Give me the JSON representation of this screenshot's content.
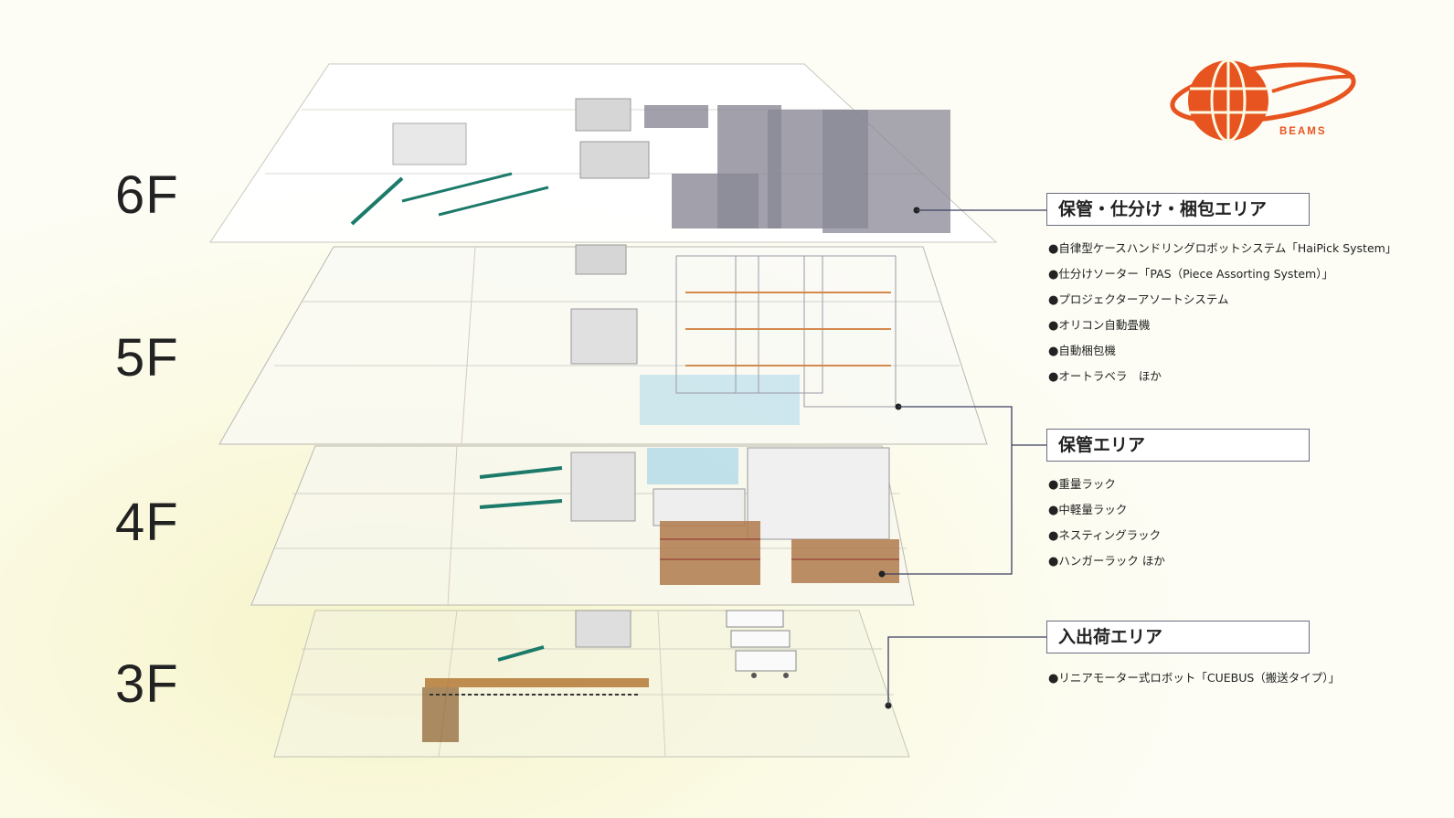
{
  "floors": [
    "6F",
    "5F",
    "4F",
    "3F"
  ],
  "areas": [
    {
      "title": "保管・仕分け・梱包エリア",
      "items": [
        "自律型ケースハンドリングロボットシステム「HaiPick System」",
        "仕分けソーター「PAS（Piece Assorting System）」",
        "プロジェクターアソートシステム",
        "オリコン自動畳機",
        "自動梱包機",
        "オートラベラ　ほか"
      ]
    },
    {
      "title": "保管エリア",
      "items": [
        "重量ラック",
        "中軽量ラック",
        "ネスティングラック",
        "ハンガーラック ほか"
      ]
    },
    {
      "title": "入出荷エリア",
      "items": [
        "リニアモーター式ロボット「CUEBUS（搬送タイプ）」"
      ]
    }
  ],
  "logo": {
    "text": "BEAMS",
    "color": "#e8541f"
  },
  "colors": {
    "leader_line": "#3c4060",
    "rack_gray": "#8a8896",
    "box_brown": "#b07a4c",
    "teal": "#1c7a6a",
    "blue_glow": "#7cc4e4"
  }
}
